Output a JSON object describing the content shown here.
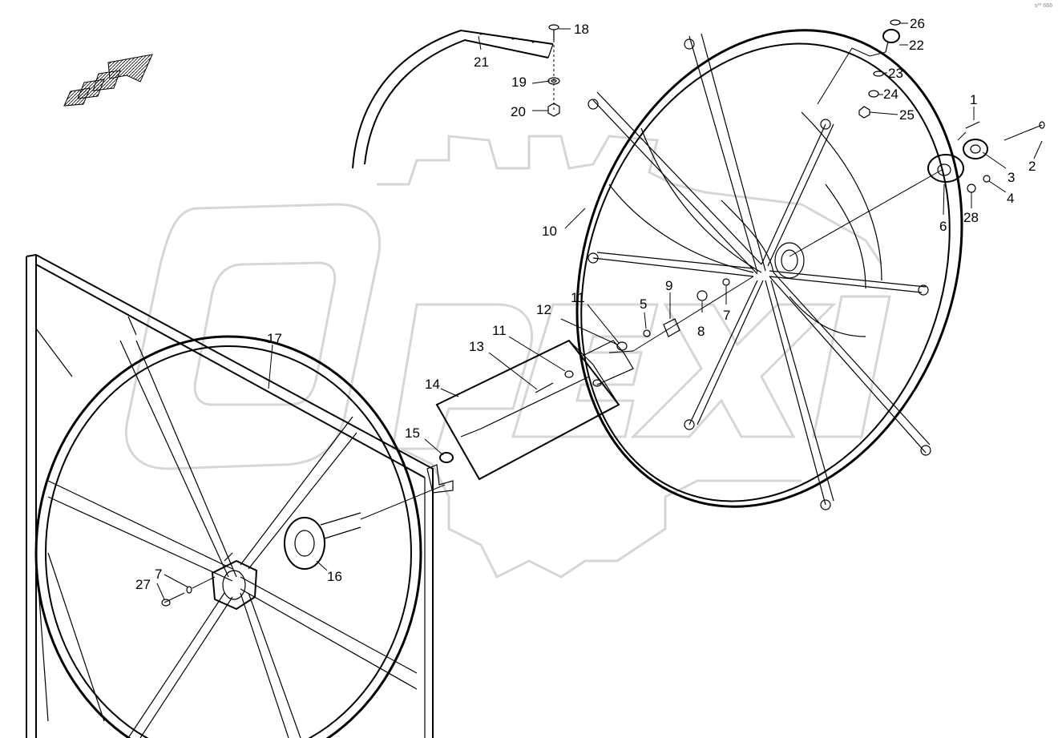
{
  "diagram": {
    "corner_code": "s²⁰ 666",
    "callouts": [
      {
        "id": "c1",
        "label": "1"
      },
      {
        "id": "c2",
        "label": "2"
      },
      {
        "id": "c3",
        "label": "3"
      },
      {
        "id": "c4",
        "label": "4"
      },
      {
        "id": "c5",
        "label": "5"
      },
      {
        "id": "c6",
        "label": "6"
      },
      {
        "id": "c7a",
        "label": "7"
      },
      {
        "id": "c7b",
        "label": "7"
      },
      {
        "id": "c8",
        "label": "8"
      },
      {
        "id": "c9",
        "label": "9"
      },
      {
        "id": "c10",
        "label": "10"
      },
      {
        "id": "c11a",
        "label": "11"
      },
      {
        "id": "c11b",
        "label": "11"
      },
      {
        "id": "c12",
        "label": "12"
      },
      {
        "id": "c13",
        "label": "13"
      },
      {
        "id": "c14",
        "label": "14"
      },
      {
        "id": "c15",
        "label": "15"
      },
      {
        "id": "c16",
        "label": "16"
      },
      {
        "id": "c17",
        "label": "17"
      },
      {
        "id": "c18",
        "label": "18"
      },
      {
        "id": "c19",
        "label": "19"
      },
      {
        "id": "c20",
        "label": "20"
      },
      {
        "id": "c21",
        "label": "21"
      },
      {
        "id": "c22",
        "label": "22"
      },
      {
        "id": "c23",
        "label": "23"
      },
      {
        "id": "c24",
        "label": "24"
      },
      {
        "id": "c25",
        "label": "25"
      },
      {
        "id": "c26",
        "label": "26"
      },
      {
        "id": "c27",
        "label": "27"
      },
      {
        "id": "c28",
        "label": "28"
      }
    ]
  }
}
